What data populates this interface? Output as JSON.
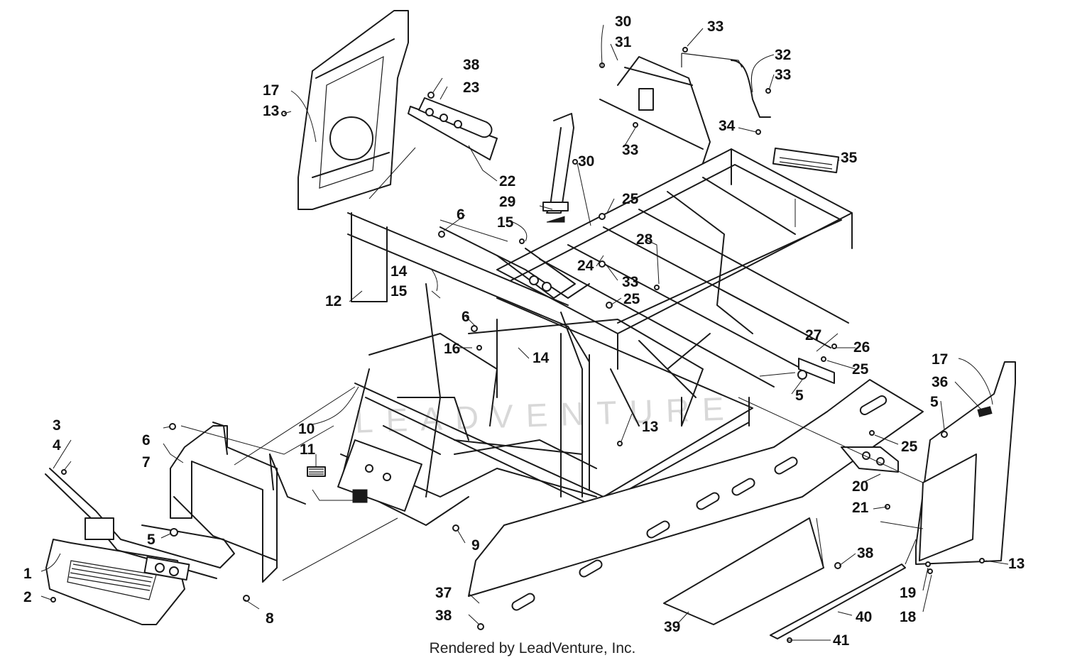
{
  "diagram": {
    "watermark": "LEADVENTURE",
    "footer": "Rendered by LeadVenture, Inc.",
    "callouts": [
      {
        "id": "c1",
        "label": "1"
      },
      {
        "id": "c2",
        "label": "2"
      },
      {
        "id": "c3",
        "label": "3"
      },
      {
        "id": "c4",
        "label": "4"
      },
      {
        "id": "c5a",
        "label": "5"
      },
      {
        "id": "c5b",
        "label": "5"
      },
      {
        "id": "c5c",
        "label": "5"
      },
      {
        "id": "c6a",
        "label": "6"
      },
      {
        "id": "c6b",
        "label": "6"
      },
      {
        "id": "c6c",
        "label": "6"
      },
      {
        "id": "c7",
        "label": "7"
      },
      {
        "id": "c8",
        "label": "8"
      },
      {
        "id": "c9",
        "label": "9"
      },
      {
        "id": "c10",
        "label": "10"
      },
      {
        "id": "c11",
        "label": "11"
      },
      {
        "id": "c12",
        "label": "12"
      },
      {
        "id": "c13a",
        "label": "13"
      },
      {
        "id": "c13b",
        "label": "13"
      },
      {
        "id": "c13c",
        "label": "13"
      },
      {
        "id": "c14a",
        "label": "14"
      },
      {
        "id": "c14b",
        "label": "14"
      },
      {
        "id": "c15a",
        "label": "15"
      },
      {
        "id": "c15b",
        "label": "15"
      },
      {
        "id": "c16",
        "label": "16"
      },
      {
        "id": "c17a",
        "label": "17"
      },
      {
        "id": "c17b",
        "label": "17"
      },
      {
        "id": "c18",
        "label": "18"
      },
      {
        "id": "c19",
        "label": "19"
      },
      {
        "id": "c20",
        "label": "20"
      },
      {
        "id": "c21",
        "label": "21"
      },
      {
        "id": "c22",
        "label": "22"
      },
      {
        "id": "c23",
        "label": "23"
      },
      {
        "id": "c24",
        "label": "24"
      },
      {
        "id": "c25a",
        "label": "25"
      },
      {
        "id": "c25b",
        "label": "25"
      },
      {
        "id": "c25c",
        "label": "25"
      },
      {
        "id": "c25d",
        "label": "25"
      },
      {
        "id": "c26",
        "label": "26"
      },
      {
        "id": "c27",
        "label": "27"
      },
      {
        "id": "c28",
        "label": "28"
      },
      {
        "id": "c29",
        "label": "29"
      },
      {
        "id": "c30a",
        "label": "30"
      },
      {
        "id": "c30b",
        "label": "30"
      },
      {
        "id": "c31",
        "label": "31"
      },
      {
        "id": "c32",
        "label": "32"
      },
      {
        "id": "c33a",
        "label": "33"
      },
      {
        "id": "c33b",
        "label": "33"
      },
      {
        "id": "c33c",
        "label": "33"
      },
      {
        "id": "c33d",
        "label": "33"
      },
      {
        "id": "c34",
        "label": "34"
      },
      {
        "id": "c35",
        "label": "35"
      },
      {
        "id": "c36",
        "label": "36"
      },
      {
        "id": "c37",
        "label": "37"
      },
      {
        "id": "c38a",
        "label": "38"
      },
      {
        "id": "c38b",
        "label": "38"
      },
      {
        "id": "c38c",
        "label": "38"
      },
      {
        "id": "c39",
        "label": "39"
      },
      {
        "id": "c40",
        "label": "40"
      },
      {
        "id": "c41",
        "label": "41"
      }
    ]
  }
}
